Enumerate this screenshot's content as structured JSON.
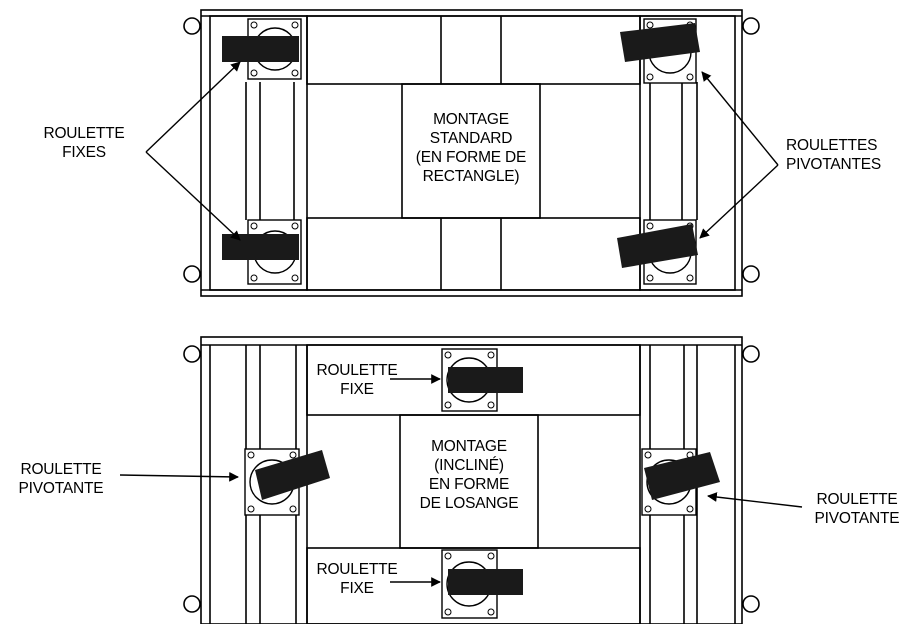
{
  "top": {
    "center_label": [
      "MONTAGE",
      "STANDARD",
      "(EN FORME DE",
      "RECTANGLE)"
    ],
    "left_label": [
      "ROULETTE",
      "FIXES"
    ],
    "right_label": [
      "ROULETTES",
      "PIVOTANTES"
    ]
  },
  "bottom": {
    "center_label": [
      "MONTAGE",
      "(INCLINÉ)",
      "EN FORME",
      "DE LOSANGE"
    ],
    "left_label": [
      "ROULETTE",
      "PIVOTANTE"
    ],
    "right_label": [
      "ROULETTE",
      "PIVOTANTE"
    ],
    "top_caster_label": [
      "ROULETTE",
      "FIXE"
    ],
    "bottom_caster_label": [
      "ROULETTE",
      "FIXE"
    ]
  },
  "colors": {
    "line": "#000000",
    "caster": "#1a1a1a",
    "background": "#ffffff"
  }
}
